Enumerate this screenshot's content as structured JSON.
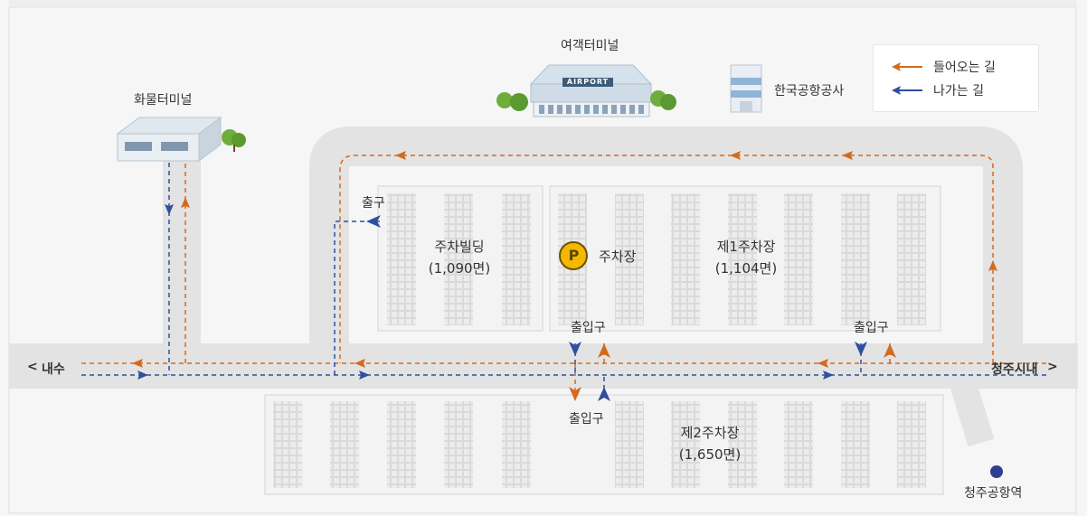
{
  "buildings": {
    "cargo_terminal": "화물터미널",
    "passenger_terminal": "여객터미널",
    "airport_sign": "AIRPORT",
    "corporation": "한국공항공사"
  },
  "legend": {
    "incoming": "들어오는 길",
    "outgoing": "나가는 길"
  },
  "parking": {
    "building": {
      "name": "주차빌딩",
      "capacity": "(1,090면)"
    },
    "p_symbol": "P",
    "p_label": "주차장",
    "lot1": {
      "name": "제1주차장",
      "capacity": "(1,104면)"
    },
    "lot2": {
      "name": "제2주차장",
      "capacity": "(1,650면)"
    }
  },
  "gates": {
    "exit": "출구",
    "entrance_exit_1": "출입구",
    "entrance_exit_2": "출입구",
    "entrance_exit_3": "출입구"
  },
  "roads": {
    "left": "내수",
    "right": "청주시내",
    "left_chevron": "<",
    "right_chevron": ">"
  },
  "station": "청주공항역",
  "colors": {
    "incoming": "#d46a1e",
    "outgoing": "#2f4fa0",
    "road": "#e3e3e3",
    "station_dot": "#2f3f8f",
    "parking_p": "#f5b800"
  }
}
